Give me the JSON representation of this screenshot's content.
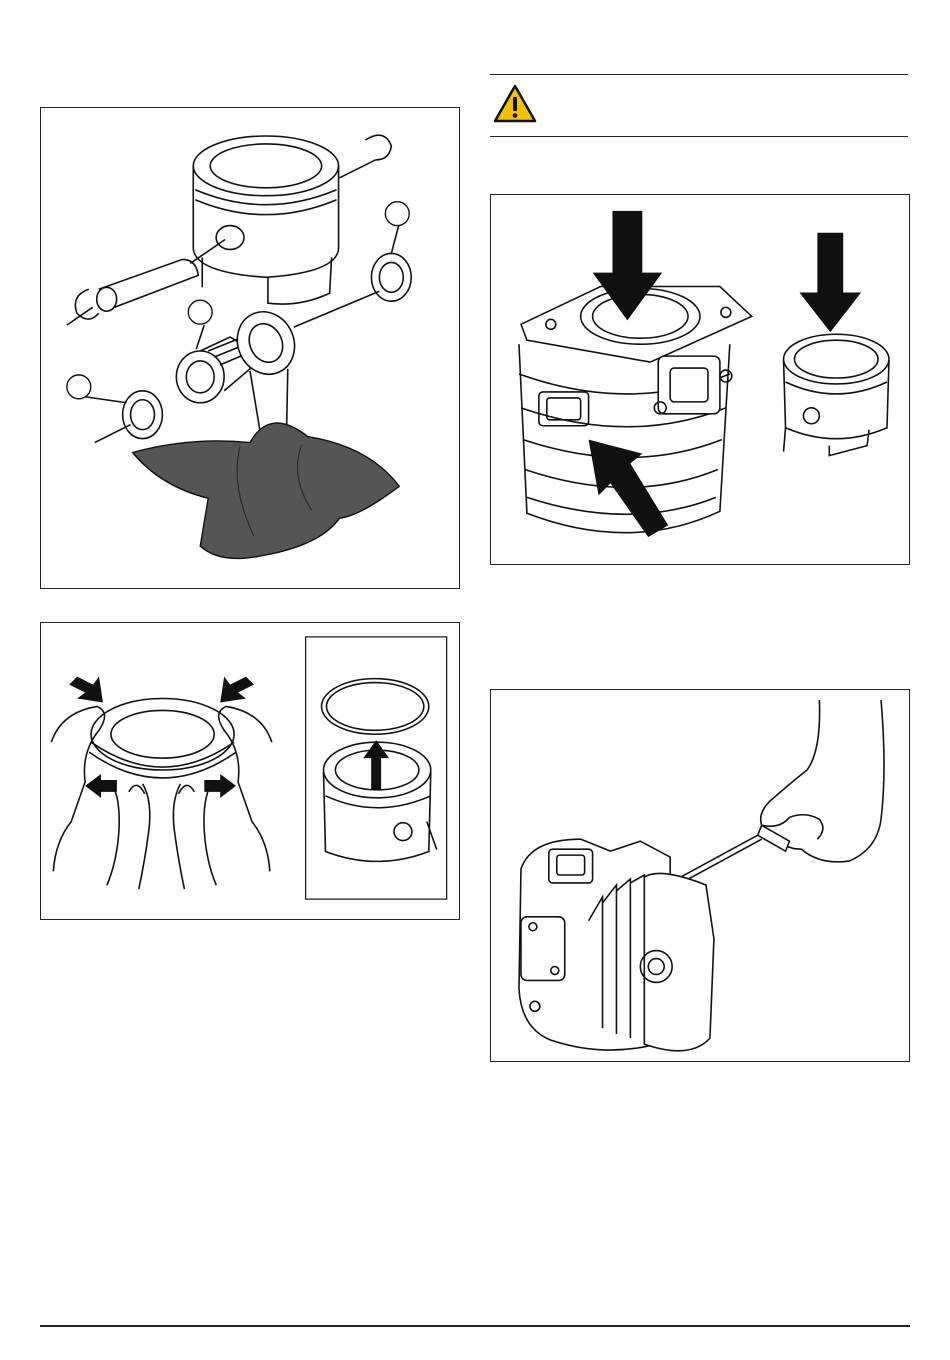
{
  "page": {
    "warning": {
      "icon": "warning-triangle-icon",
      "text": ""
    },
    "figures": [
      {
        "id": "piston-assembly",
        "callouts": [
          "",
          "",
          ""
        ]
      },
      {
        "id": "piston-ring-fitting"
      },
      {
        "id": "cylinder-and-piston-inspection"
      },
      {
        "id": "cylinder-scraping"
      }
    ],
    "colors": {
      "ink": "#1a1a1a",
      "cloth": "#555555",
      "warning_yellow": "#f2c100"
    }
  }
}
